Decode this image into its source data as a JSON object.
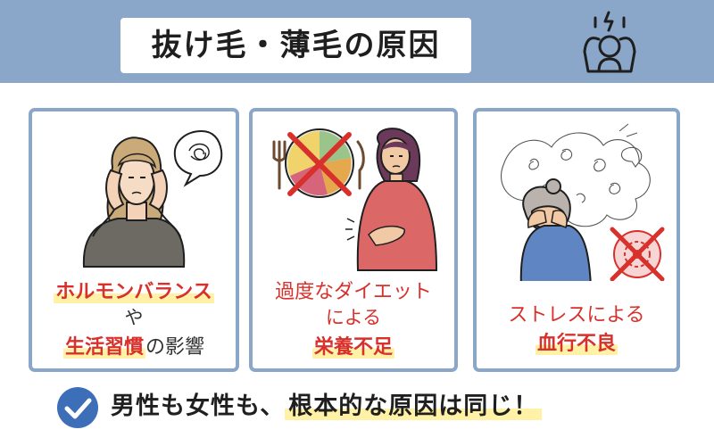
{
  "header": {
    "title": "抜け毛・薄毛の原因",
    "icon": "stressed-person-icon"
  },
  "cards": [
    {
      "icon": "woman-holding-head-illustration",
      "line1": "ホルモンバランス",
      "line2": "や",
      "line3_emph": "生活習慣",
      "line3_rest": "の影響"
    },
    {
      "icon": "diet-plate-crossed-illustration",
      "line1": "過度なダイエット",
      "line2": "による",
      "line3_emph": "栄養不足"
    },
    {
      "icon": "stressed-woman-illustration",
      "line1": "ストレスによる",
      "line2_emph": "血行不良"
    }
  ],
  "footer": {
    "icon": "check-circle-icon",
    "text_plain": "男性も女性も、",
    "text_emph": "根本的な原因は同じ！"
  },
  "colors": {
    "header_bg": "#8aa6c8",
    "card_border": "#8aa6c8",
    "accent_red": "#d8312c",
    "highlight": "#fff2a6",
    "check_blue": "#3d6fb8"
  }
}
